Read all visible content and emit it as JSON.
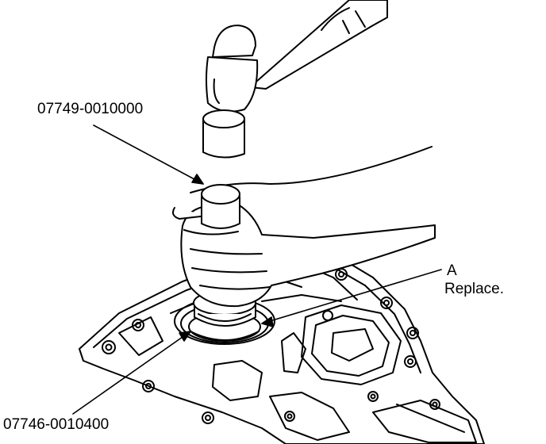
{
  "callouts": {
    "tool_top": "07749-0010000",
    "part_letter": "A",
    "part_note": "Replace.",
    "tool_bottom": "07746-0010400"
  },
  "colors": {
    "ink": "#000000",
    "paper": "#ffffff"
  }
}
